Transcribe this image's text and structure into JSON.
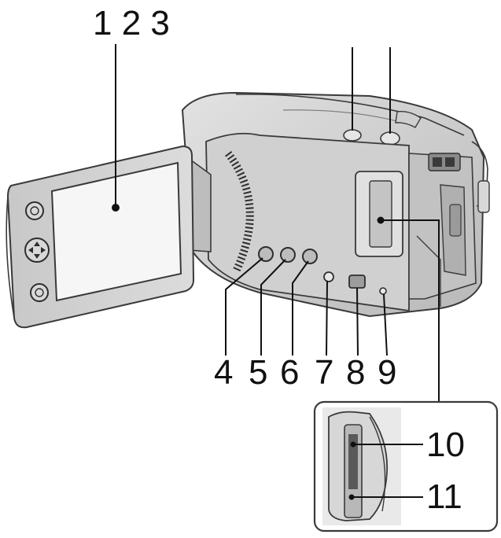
{
  "callouts": {
    "top_group": "1 2 3",
    "c4": "4",
    "c5": "5",
    "c6": "6",
    "c7": "7",
    "c8": "8",
    "c9": "9",
    "c10": "10",
    "c11": "11"
  },
  "colors": {
    "body": "#d4d4d4",
    "body_dark": "#9a9a9a",
    "outline": "#3a3a3a",
    "screen": "#f6f6f6",
    "inset_bg": "#ececec"
  }
}
